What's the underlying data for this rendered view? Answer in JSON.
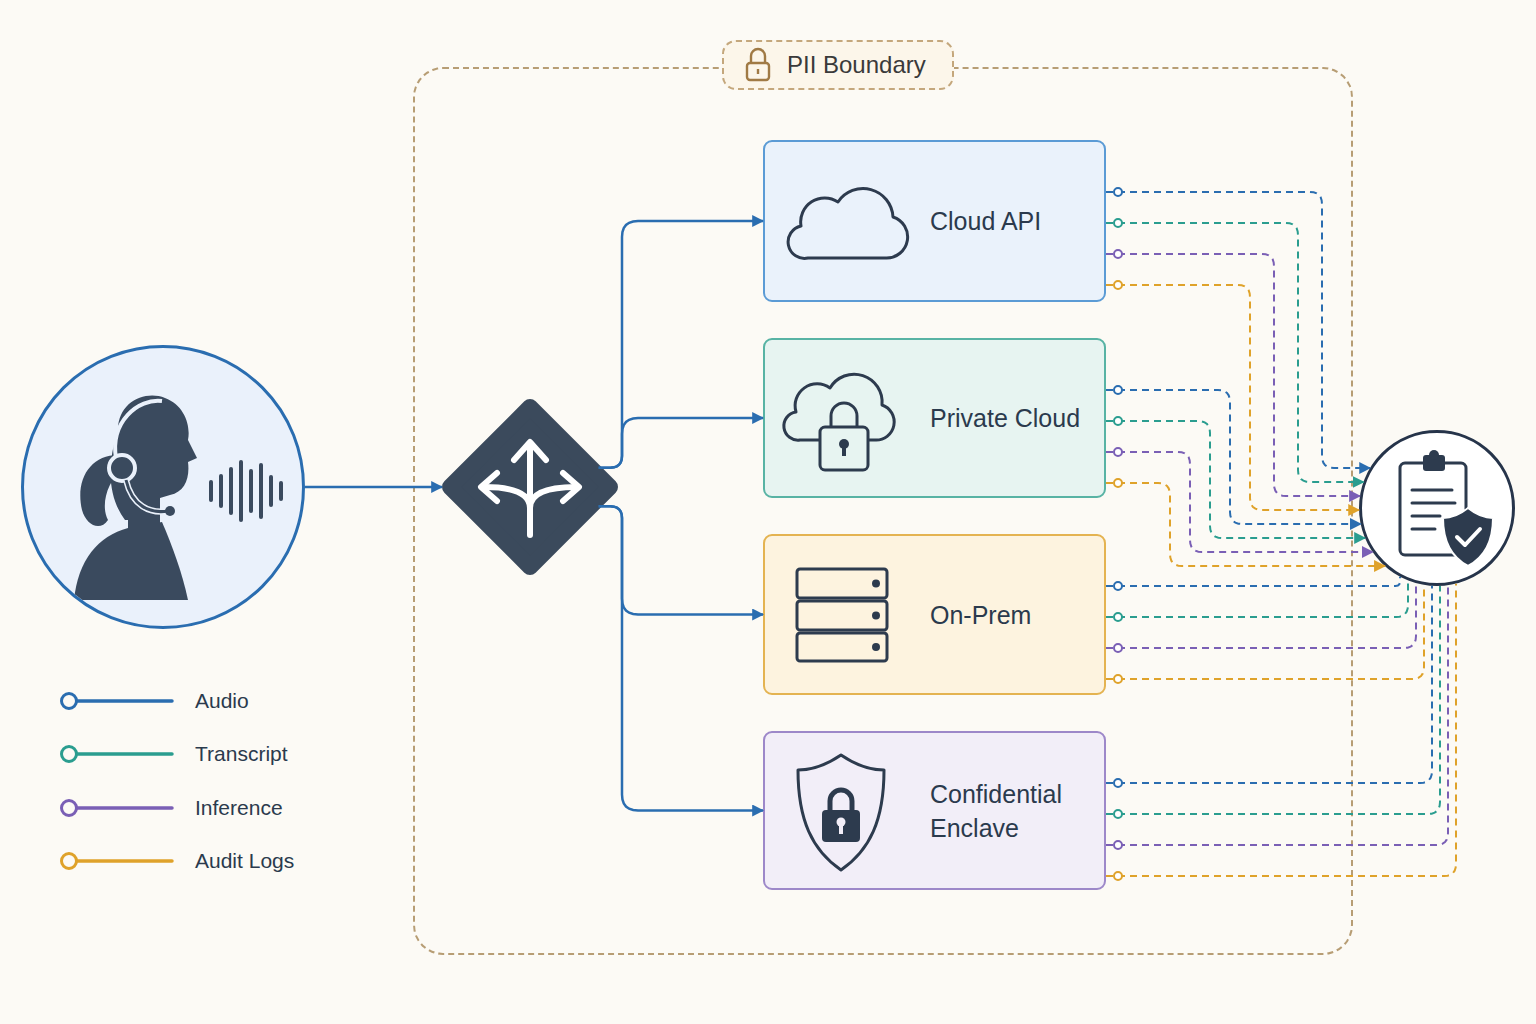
{
  "diagram": {
    "nodes": [
      {
        "text": []
      },
      {
        "text": [
          "PII Boundary"
        ]
      },
      {
        "text": [],
        "in": 1
      },
      {
        "text": [
          "Cloud API"
        ],
        "in": 1
      },
      {
        "text": [
          "Private Cloud"
        ],
        "in": 1
      },
      {
        "text": [
          "On-Prem"
        ],
        "in": 1
      },
      {
        "text": [
          "Confidential Enclave"
        ],
        "in": 1
      },
      {
        "text": []
      }
    ],
    "edges": [
      {
        "from": 0,
        "to": 2,
        "arrow": "to"
      },
      {
        "from": 2,
        "to": 3,
        "arrow": "to"
      },
      {
        "from": 2,
        "to": 4,
        "arrow": "to"
      },
      {
        "from": 2,
        "to": 5,
        "arrow": "to"
      },
      {
        "from": 2,
        "to": 6,
        "arrow": "to"
      },
      {
        "from": 3,
        "to": 7,
        "arrow": "to"
      },
      {
        "from": 3,
        "to": 7,
        "arrow": "to"
      },
      {
        "from": 3,
        "to": 7,
        "arrow": "to"
      },
      {
        "from": 3,
        "to": 7,
        "arrow": "to"
      },
      {
        "from": 4,
        "to": 7,
        "arrow": "to"
      },
      {
        "from": 4,
        "to": 7,
        "arrow": "to"
      },
      {
        "from": 4,
        "to": 7,
        "arrow": "to"
      },
      {
        "from": 4,
        "to": 7,
        "arrow": "to"
      },
      {
        "from": 5,
        "to": 7,
        "arrow": "none"
      },
      {
        "from": 5,
        "to": 7,
        "arrow": "none"
      },
      {
        "from": 5,
        "to": 7,
        "arrow": "none"
      },
      {
        "from": 5,
        "to": 7,
        "arrow": "none"
      },
      {
        "from": 6,
        "to": 7,
        "arrow": "none"
      },
      {
        "from": 6,
        "to": 7,
        "arrow": "none"
      },
      {
        "from": 6,
        "to": 7,
        "arrow": "none"
      },
      {
        "from": 6,
        "to": 7,
        "arrow": "none"
      }
    ],
    "legend": [
      {
        "text": "Audio"
      },
      {
        "text": "Transcript"
      },
      {
        "text": "Inference"
      },
      {
        "text": "Audit Logs"
      }
    ]
  }
}
